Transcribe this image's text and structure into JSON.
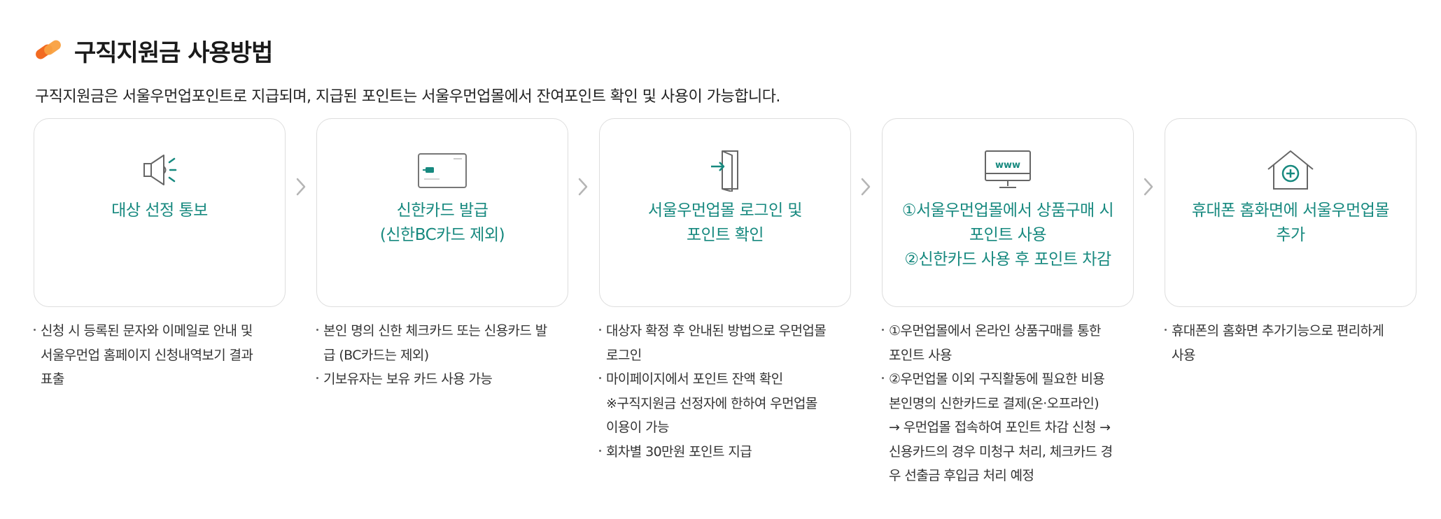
{
  "section": {
    "title": "구직지원금 사용방법",
    "intro": "구직지원금은 서울우먼업포인트로 지급되며, 지급된 포인트는 서울우먼업몰에서 잔여포인트 확인 및 사용이 가능합니다."
  },
  "colors": {
    "accent": "#17897f",
    "icon_orange": "#f26a21",
    "icon_orange_light": "#f9a03f",
    "border": "#dddddd"
  },
  "steps": [
    {
      "icon": "megaphone-icon",
      "title": "대상 선정 통보",
      "desc": [
        {
          "text": "신청 시 등록된 문자와 이메일로 안내 및",
          "bullet": true
        },
        {
          "text": "서울우먼업 홈페이지 신청내역보기 결과",
          "bullet": false
        },
        {
          "text": "표출",
          "bullet": false
        }
      ]
    },
    {
      "icon": "card-icon",
      "title": "신한카드 발급\n(신한BC카드 제외)",
      "desc": [
        {
          "text": "본인 명의 신한 체크카드 또는 신용카드 발",
          "bullet": true
        },
        {
          "text": "급 (BC카드는 제외)",
          "bullet": false
        },
        {
          "text": "기보유자는 보유 카드 사용 가능",
          "bullet": true
        }
      ]
    },
    {
      "icon": "login-door-icon",
      "title": "서울우먼업몰 로그인 및\n포인트 확인",
      "desc": [
        {
          "text": "대상자 확정 후 안내된 방법으로 우먼업몰",
          "bullet": true
        },
        {
          "text": "로그인",
          "bullet": false
        },
        {
          "text": "마이페이지에서 포인트 잔액 확인",
          "bullet": true
        },
        {
          "text": "※구직지원금 선정자에 한하여 우먼업몰",
          "bullet": false
        },
        {
          "text": "이용이 가능",
          "bullet": false
        },
        {
          "text": "회차별 30만원 포인트 지급",
          "bullet": true
        }
      ]
    },
    {
      "icon": "www-monitor-icon",
      "icon_text": "www",
      "title": "①서울우먼업몰에서 상품구매 시\n포인트 사용\n②신한카드 사용 후 포인트 차감",
      "desc": [
        {
          "text": "①우먼업몰에서 온라인 상품구매를 통한",
          "bullet": true
        },
        {
          "text": "포인트 사용",
          "bullet": false
        },
        {
          "text": "②우먼업몰 이외 구직활동에 필요한 비용",
          "bullet": true
        },
        {
          "text": "본인명의 신한카드로 결제(온·오프라인)",
          "bullet": false
        },
        {
          "text": "→ 우먼업몰 접속하여 포인트 차감 신청 →",
          "bullet": false
        },
        {
          "text": "신용카드의 경우 미청구 처리, 체크카드 경",
          "bullet": false
        },
        {
          "text": "우 선출금 후입금 처리 예정",
          "bullet": false
        }
      ]
    },
    {
      "icon": "home-add-icon",
      "title": "휴대폰 홈화면에 서울우먼업몰\n추가",
      "desc": [
        {
          "text": "휴대폰의 홈화면 추가기능으로 편리하게",
          "bullet": true
        },
        {
          "text": "사용",
          "bullet": false
        }
      ]
    }
  ]
}
